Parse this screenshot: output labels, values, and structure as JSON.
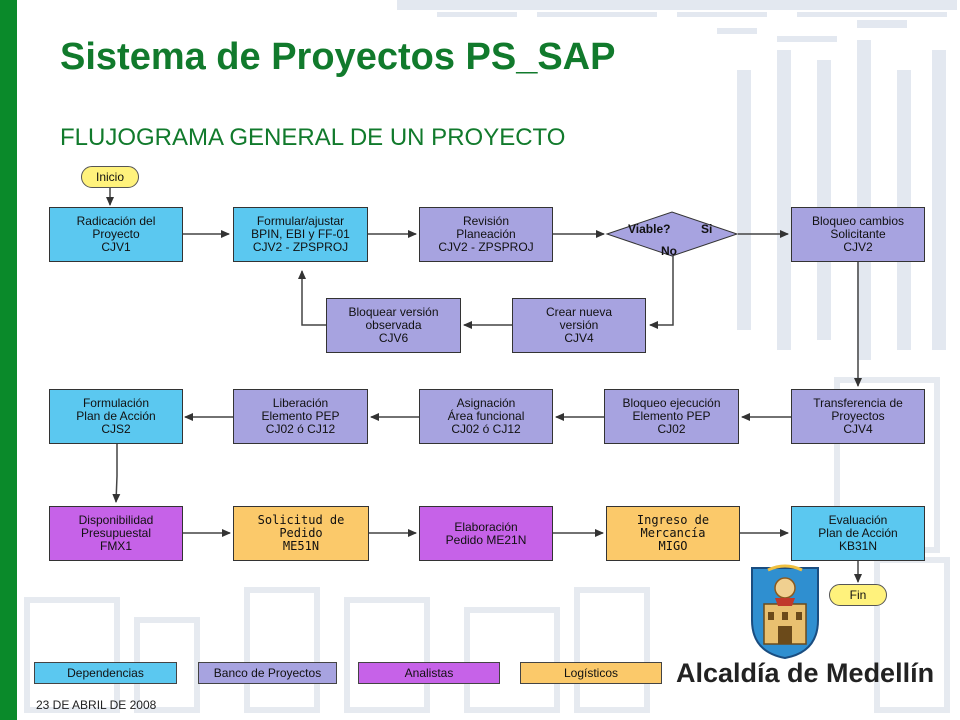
{
  "title": "Sistema de Proyectos PS_SAP",
  "subtitle": "FLUJOGRAMA GENERAL DE UN  PROYECTO",
  "colors": {
    "green": "#117a2c",
    "dependencias": "#5bc8f0",
    "banco_proyectos": "#a7a3e0",
    "analistas": "#c662e8",
    "logisticos": "#fbc96a",
    "terminal": "#fff27c"
  },
  "nodes": {
    "inicio": "Inicio",
    "radicacion": "Radicación del\nProyecto\nCJV1",
    "formular": "Formular/ajustar\nBPIN, EBI y FF-01\nCJV2 - ZPSPROJ",
    "revision": "Revisión\nPlaneación\nCJV2 - ZPSPROJ",
    "viable": "Viable?",
    "viable_si": "Si",
    "viable_no": "No",
    "bloqueo_cambios": "Bloqueo cambios\nSolicitante\nCJV2",
    "crear_version": "Crear nueva\nversión\nCJV4",
    "bloquear_version": "Bloquear versión\nobservada\nCJV6",
    "transferencia": "Transferencia de\nProyectos\nCJV4",
    "bloqueo_ejecucion": "Bloqueo ejecución\nElemento PEP\nCJ02",
    "asignacion": "Asignación\nÁrea funcional\nCJ02 ó CJ12",
    "liberacion": "Liberación\nElemento PEP\nCJ02 ó CJ12",
    "formulacion_plan": "Formulación\nPlan de Acción\nCJS2",
    "disponibilidad": "Disponibilidad\nPresupuestal\nFMX1",
    "solicitud": "Solicitud de\nPedido\nME51N",
    "elaboracion": "Elaboración\nPedido ME21N",
    "ingreso": "Ingreso de\nMercancía\nMIGO",
    "evaluacion": "Evaluación\nPlan de Acción\nKB31N",
    "fin": "Fin"
  },
  "legend": {
    "dependencias": "Dependencias",
    "banco": "Banco de Proyectos",
    "analistas": "Analistas",
    "logisticos": "Logísticos"
  },
  "date": "23 DE ABRIL DE 2008",
  "logo_text": "Alcaldía de Medellín",
  "icons": [
    "medellin-crest-icon"
  ]
}
